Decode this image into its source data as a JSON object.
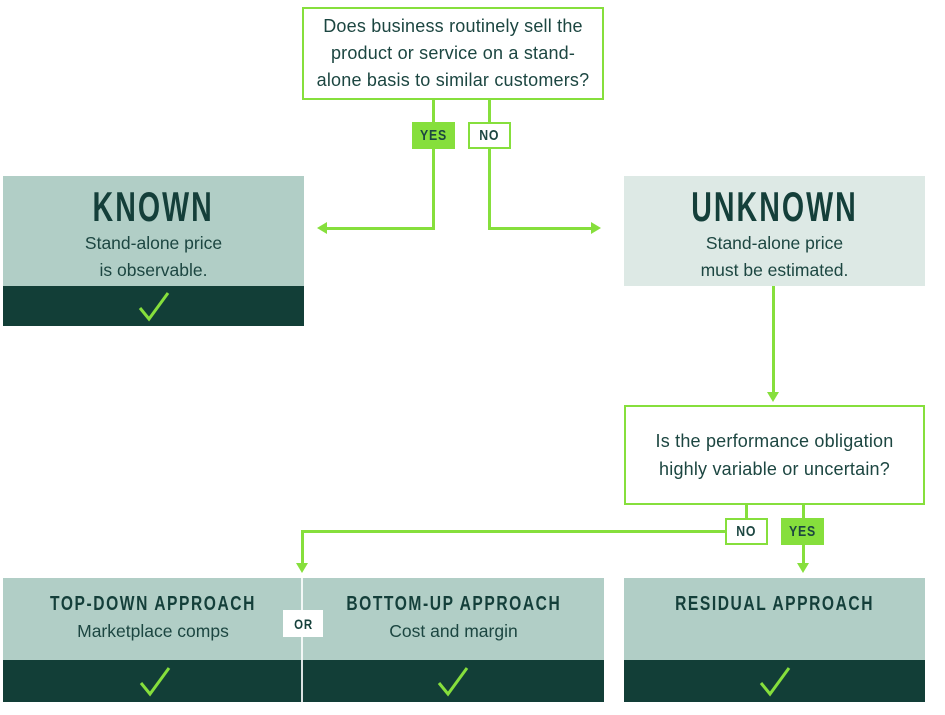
{
  "colors": {
    "lime": "#86df3c",
    "ink": "#1c4641",
    "sage": "#b1cec6",
    "pale_sage": "#dde9e5",
    "dark_teal_bar": "#123e37"
  },
  "question1": {
    "line1": "Does business routinely sell the",
    "line2": "product or service on a stand-",
    "line3": "alone basis to similar customers?"
  },
  "branch1": {
    "yes_label": "YES",
    "no_label": "NO"
  },
  "known": {
    "title": "KNOWN",
    "subtitle_line1": "Stand-alone price",
    "subtitle_line2": "is observable.",
    "check_icon": "checkmark"
  },
  "unknown": {
    "title": "UNKNOWN",
    "subtitle_line1": "Stand-alone price",
    "subtitle_line2": "must be estimated."
  },
  "question2": {
    "line1": "Is the performance obligation",
    "line2": "highly variable or uncertain?"
  },
  "branch2": {
    "no_label": "NO",
    "yes_label": "YES"
  },
  "approaches": {
    "top_down": {
      "title": "TOP-DOWN APPROACH",
      "subtitle": "Marketplace comps",
      "check_icon": "checkmark"
    },
    "or_label": "OR",
    "bottom_up": {
      "title": "BOTTOM-UP APPROACH",
      "subtitle": "Cost and margin",
      "check_icon": "checkmark"
    },
    "residual": {
      "title": "RESIDUAL APPROACH",
      "check_icon": "checkmark"
    }
  }
}
